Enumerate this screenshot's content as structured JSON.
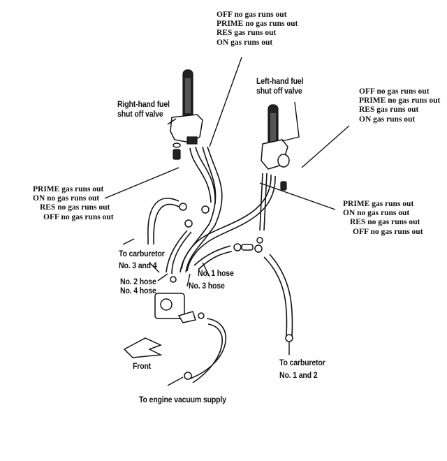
{
  "diagram": {
    "title": "Fuel shut off valve and hose routing",
    "colors": {
      "ink": "#111111",
      "background": "#ffffff"
    },
    "components": {
      "right_valve": "Right-hand fuel shut off valve",
      "left_valve": "Left-hand fuel shut off valve",
      "fuel_pump_vacuum_unit": "vacuum fuel pump",
      "front_arrow_icon": "front-direction-arrow"
    },
    "labels": {
      "right_valve": [
        "Right-hand fuel",
        "shut off valve"
      ],
      "left_valve": [
        "Left-hand fuel",
        "shut off valve"
      ],
      "to_carb_34": [
        "To carburetor",
        "No. 3 and 4"
      ],
      "to_carb_12": [
        "To carburetor",
        "No. 1 and 2"
      ],
      "hose_1": "No. 1 hose",
      "hose_2": "No. 2 hose",
      "hose_3": "No. 3 hose",
      "hose_4": "No. 4 hose",
      "front": "Front",
      "vacuum": "To engine vacuum supply"
    },
    "annotations": {
      "top_center": [
        "OFF no gas runs out",
        "PRIME no gas runs out",
        "RES gas runs out",
        "ON  gas runs out"
      ],
      "right_upper": [
        "OFF no gas runs out",
        "PRIME no gas runs out",
        "RES gas runs out",
        "ON  gas runs out"
      ],
      "left_middle": [
        "PRIME  gas runs out",
        "ON no gas runs out",
        "RES no gas runs out",
        "OFF no gas runs out"
      ],
      "right_lower": [
        "PRIME  gas runs out",
        "ON no gas runs out",
        "RES no gas runs out",
        "OFF no gas runs out"
      ]
    }
  }
}
